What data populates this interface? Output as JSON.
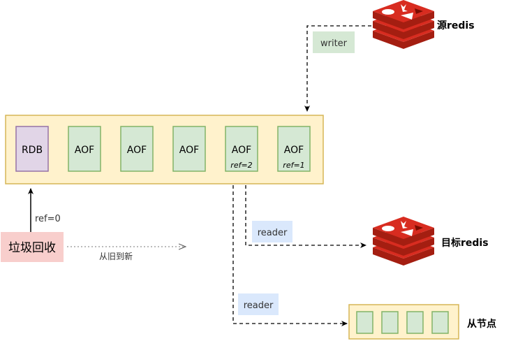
{
  "source": {
    "label": "源redis"
  },
  "target": {
    "label": "目标redis"
  },
  "replica": {
    "label": "从节点",
    "slot_count": 4
  },
  "writer_tag": "writer",
  "reader_tag_1": "reader",
  "reader_tag_2": "reader",
  "blocks": [
    {
      "label": "RDB",
      "kind": "rdb",
      "ref": ""
    },
    {
      "label": "AOF",
      "kind": "aof",
      "ref": ""
    },
    {
      "label": "AOF",
      "kind": "aof",
      "ref": ""
    },
    {
      "label": "AOF",
      "kind": "aof",
      "ref": ""
    },
    {
      "label": "AOF",
      "kind": "aof",
      "ref": "ref=2"
    },
    {
      "label": "AOF",
      "kind": "aof",
      "ref": "ref=1"
    }
  ],
  "gc": {
    "label": "垃圾回收",
    "ref_label": "ref=0",
    "direction_label": "从旧到新"
  },
  "colors": {
    "container_fill": "#fff2cc",
    "container_stroke": "#d6b656",
    "aof_fill": "#d5e8d4",
    "aof_stroke": "#82b366",
    "rdb_fill": "#e1d5e7",
    "rdb_stroke": "#9673a6",
    "gc_fill": "#f8cecc",
    "writer_fill": "#d5e8d4",
    "reader_fill": "#dae8fc",
    "redis_top": "#d82c20",
    "redis_side": "#a41e11"
  }
}
